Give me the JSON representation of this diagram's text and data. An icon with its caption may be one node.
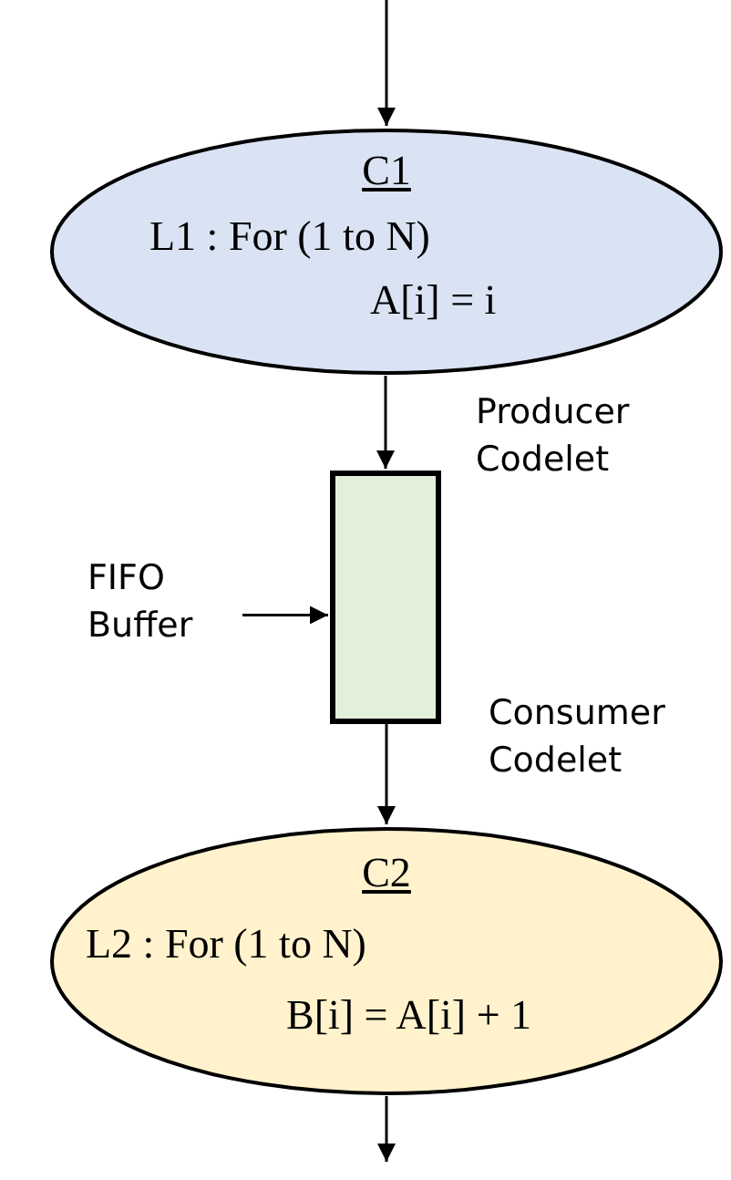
{
  "diagram": {
    "nodes": [
      {
        "text": [
          "C1",
          "L1 : For (1 to N)",
          "A[i] = i"
        ]
      },
      {
        "text": [],
        "shape": "box"
      },
      {
        "text": [
          "C2",
          "L2 : For (1 to N)",
          "B[i] = A[i] + 1"
        ]
      },
      {
        "text": [
          "FIFO Buffer"
        ]
      }
    ],
    "edges": [
      {
        "from": null,
        "to": 0,
        "arrow": "to"
      },
      {
        "from": 0,
        "to": 1,
        "arrow": "to"
      },
      {
        "from": 1,
        "to": 2,
        "arrow": "to"
      },
      {
        "from": 2,
        "to": null,
        "arrow": "to"
      },
      {
        "from": 3,
        "to": 1,
        "arrow": "to"
      }
    ],
    "labels": [
      "Producer Codelet",
      "Consumer Codelet"
    ]
  }
}
